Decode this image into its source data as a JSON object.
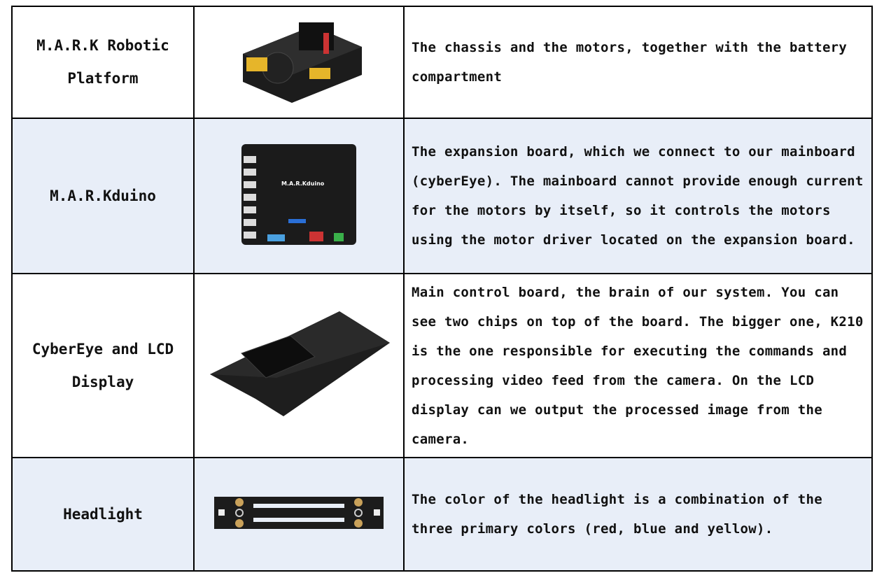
{
  "rows": [
    {
      "name": "M.A.R.K Robotic Platform",
      "image": "robotic-platform-chassis",
      "description": "The chassis and the motors, together with the battery compartment"
    },
    {
      "name": "M.A.R.Kduino",
      "image": "expansion-board",
      "board_label": "M.A.R.Kduino",
      "description": "The expansion board, which we connect to our mainboard (cyberEye). The mainboard cannot provide enough current for the motors by itself, so it controls the motors using the motor driver located on the expansion board."
    },
    {
      "name": "CyberEye and LCD Display",
      "image": "cybereye-lcd",
      "description": "Main control board, the brain of our system. You can see two chips on top of the board. The bigger one, K210 is the one responsible for executing the commands and processing video feed from the camera. On the LCD display can we output the processed image from the camera."
    },
    {
      "name": "Headlight",
      "image": "headlight-board",
      "description": "The color of the headlight is a combination of the three primary colors (red, blue and yellow)."
    }
  ]
}
